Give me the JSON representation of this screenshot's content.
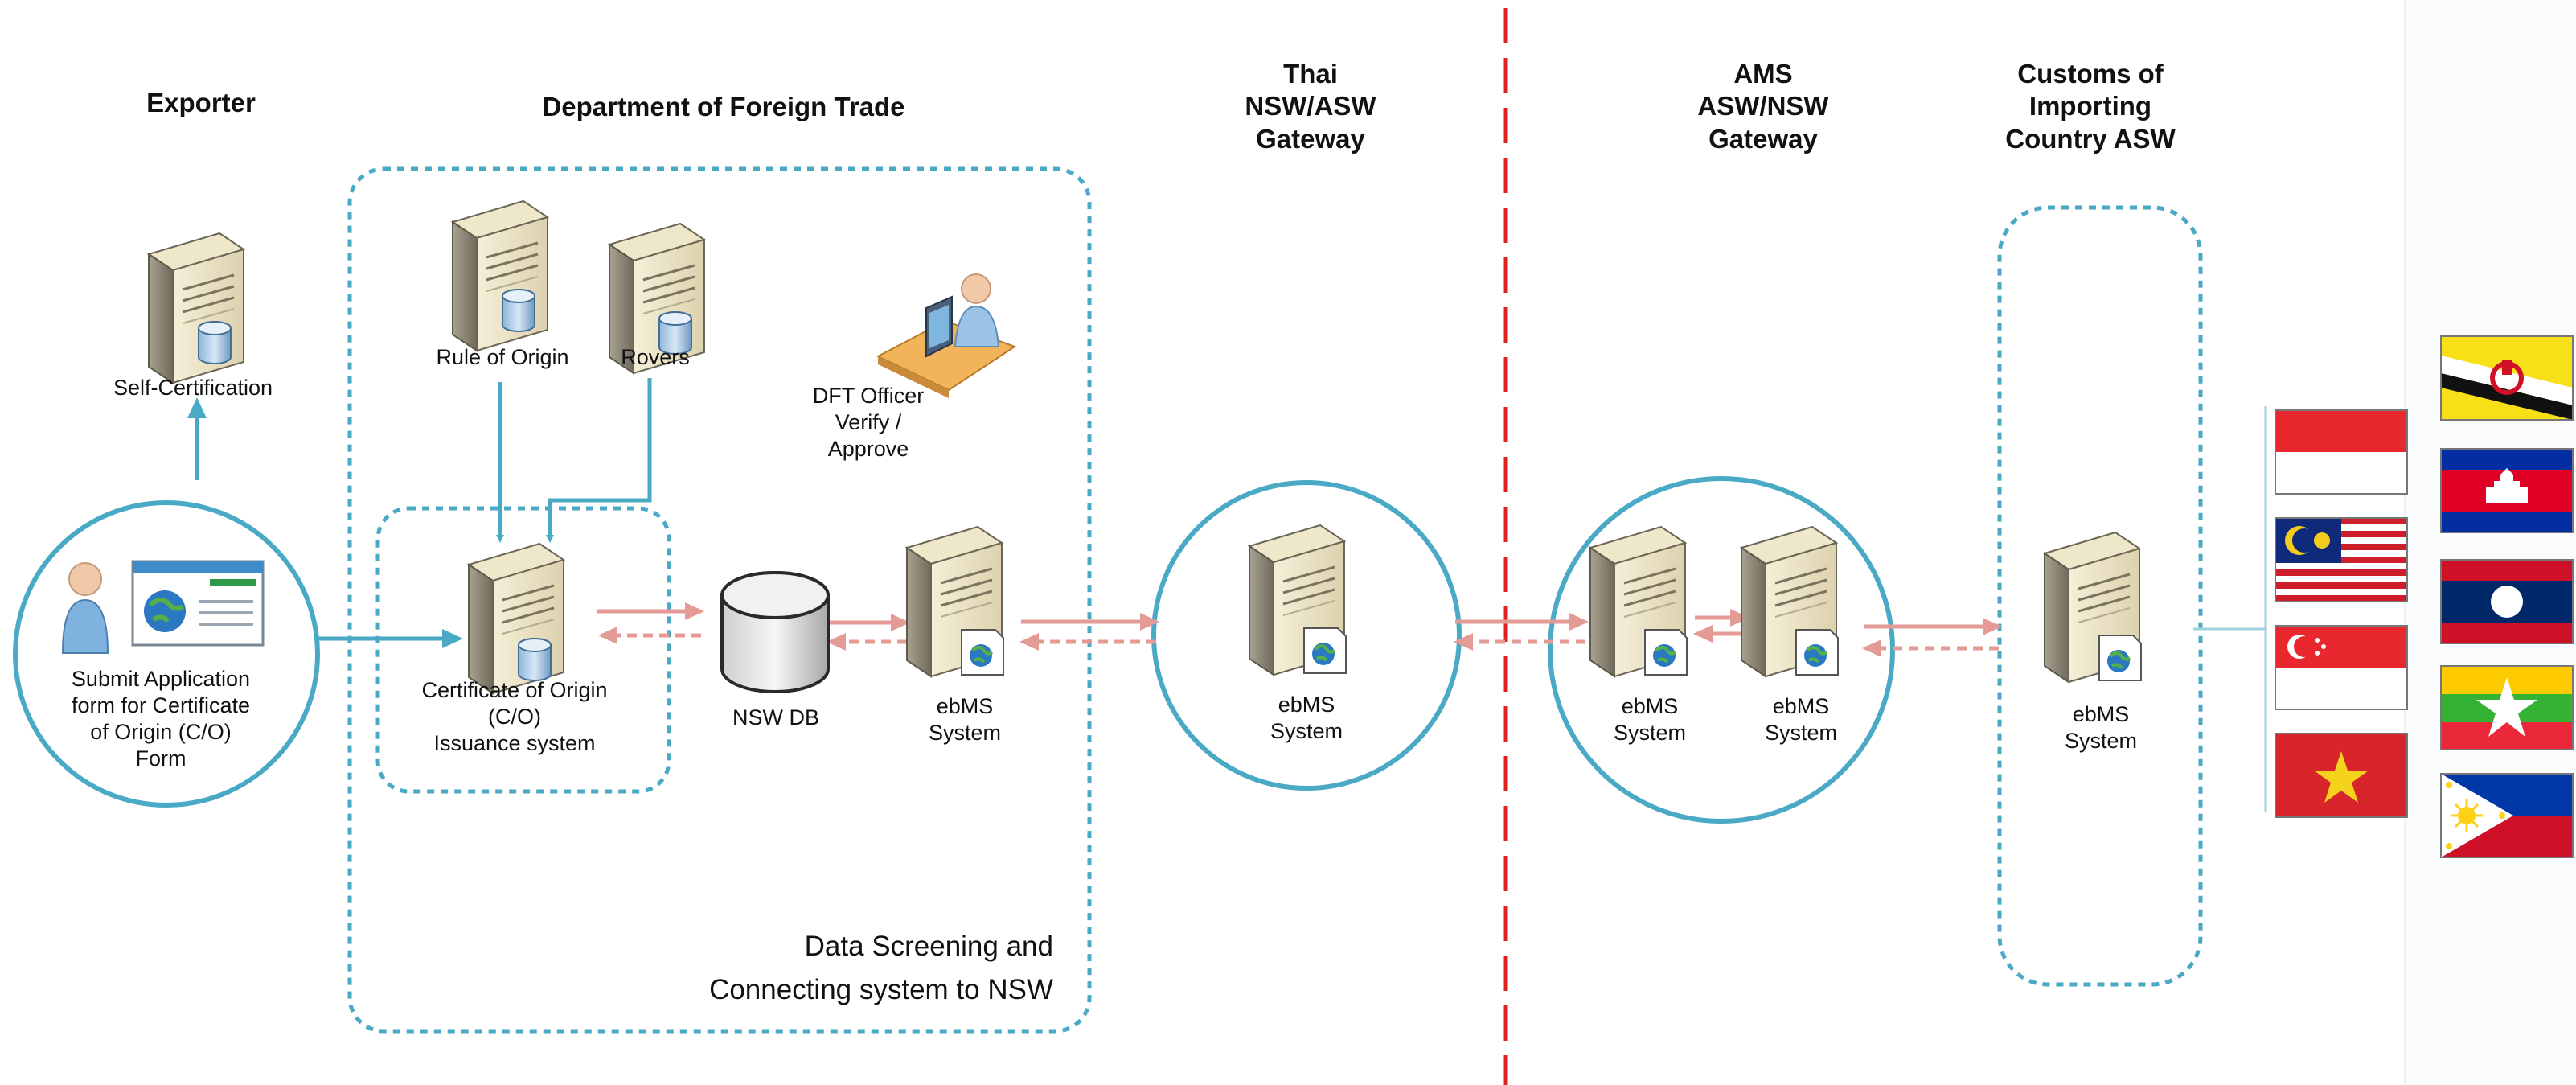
{
  "headers": {
    "exporter": "Exporter",
    "dft": "Department of Foreign Trade",
    "thai_gw": [
      "Thai",
      "NSW/ASW",
      "Gateway"
    ],
    "ams_gw": [
      "AMS",
      "ASW/NSW",
      "Gateway"
    ],
    "customs": [
      "Customs of",
      "Importing",
      "Country ASW"
    ]
  },
  "labels": {
    "self_cert": "Self-Certification",
    "rule_of_origin": "Rule of Origin",
    "rovers": "Rovers",
    "dft_officer": [
      "DFT Officer",
      "Verify /",
      "Approve"
    ],
    "submit": [
      "Submit Application",
      "form for Certificate",
      "of Origin (C/O)",
      "Form"
    ],
    "co_system": [
      "Certificate of Origin",
      "(C/O)",
      "Issuance system"
    ],
    "nsw_db": "NSW DB",
    "ebms_dft": [
      "ebMS",
      "System"
    ],
    "ebms_thai": [
      "ebMS",
      "System"
    ],
    "ebms_ams_1": [
      "ebMS",
      "System"
    ],
    "ebms_ams_2": [
      "ebMS",
      "System"
    ],
    "ebms_customs": [
      "ebMS",
      "System"
    ],
    "screening": [
      "Data Screening and",
      "Connecting system to NSW"
    ]
  },
  "flags": {
    "left_column": [
      "Indonesia",
      "Malaysia",
      "Singapore",
      "Vietnam"
    ],
    "right_column": [
      "Brunei",
      "Cambodia",
      "Laos",
      "Myanmar",
      "Philippines"
    ]
  },
  "colors": {
    "teal": "#4aaac6",
    "arrow_pink": "#e49a95",
    "divider_red": "#e0201f"
  }
}
